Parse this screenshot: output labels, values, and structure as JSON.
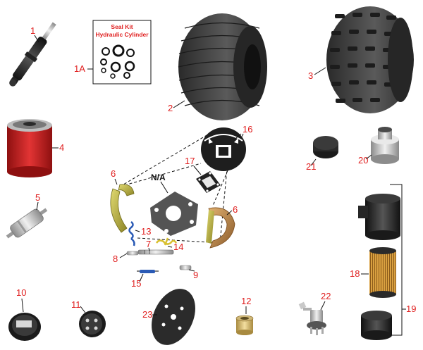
{
  "colors": {
    "callout": "#e02020",
    "tire": "#3a3a3a",
    "filter_red": "#d42424",
    "brake_shoe": "#c8c04a",
    "line": "#111111"
  },
  "seal_kit": {
    "line1": "Seal Kit",
    "line2": "Hydraulic Cylinder"
  },
  "na_label": "N/A",
  "parts": [
    {
      "id": "hydraulic-cylinder",
      "callout": "1",
      "icon": "hydraulic-cylinder-icon"
    },
    {
      "id": "seal-kit",
      "callout": "1A",
      "icon": "seal-kit-icon"
    },
    {
      "id": "tire-ribbed",
      "callout": "2",
      "icon": "tire-icon"
    },
    {
      "id": "tire-turf",
      "callout": "3",
      "icon": "tire-icon"
    },
    {
      "id": "oil-filter",
      "callout": "4",
      "icon": "oil-filter-icon"
    },
    {
      "id": "fuel-filter",
      "callout": "5",
      "icon": "fuel-filter-icon"
    },
    {
      "id": "brake-shoe-left",
      "callout": "6",
      "icon": "brake-shoe-icon"
    },
    {
      "id": "brake-shoe-right",
      "callout": "6",
      "icon": "brake-shoe-icon"
    },
    {
      "id": "adjuster",
      "callout": "7",
      "icon": "adjuster-icon"
    },
    {
      "id": "adjuster-end-left",
      "callout": "8",
      "icon": "adjuster-end-icon"
    },
    {
      "id": "adjuster-end-right",
      "callout": "9",
      "icon": "adjuster-end-icon"
    },
    {
      "id": "hour-meter",
      "callout": "10",
      "icon": "hour-meter-icon"
    },
    {
      "id": "gauge",
      "callout": "11",
      "icon": "gauge-icon"
    },
    {
      "id": "bushing",
      "callout": "12",
      "icon": "bushing-icon"
    },
    {
      "id": "spring-blue",
      "callout": "13",
      "icon": "spring-icon"
    },
    {
      "id": "spring-yellow",
      "callout": "14",
      "icon": "spring-icon"
    },
    {
      "id": "spring-long",
      "callout": "15",
      "icon": "spring-icon"
    },
    {
      "id": "backing-plate",
      "callout": "16",
      "icon": "backing-plate-icon"
    },
    {
      "id": "gasket",
      "callout": "17",
      "icon": "gasket-icon"
    },
    {
      "id": "air-filter-element",
      "callout": "18",
      "icon": "air-filter-element-icon"
    },
    {
      "id": "air-cleaner-assembly",
      "callout": "19",
      "icon": "air-cleaner-icon"
    },
    {
      "id": "cap",
      "callout": "20",
      "icon": "cap-icon"
    },
    {
      "id": "dust-cap",
      "callout": "21",
      "icon": "dust-cap-icon"
    },
    {
      "id": "ignition-switch",
      "callout": "22",
      "icon": "ignition-switch-icon"
    },
    {
      "id": "coupler-disc",
      "callout": "23",
      "icon": "coupler-disc-icon"
    }
  ]
}
